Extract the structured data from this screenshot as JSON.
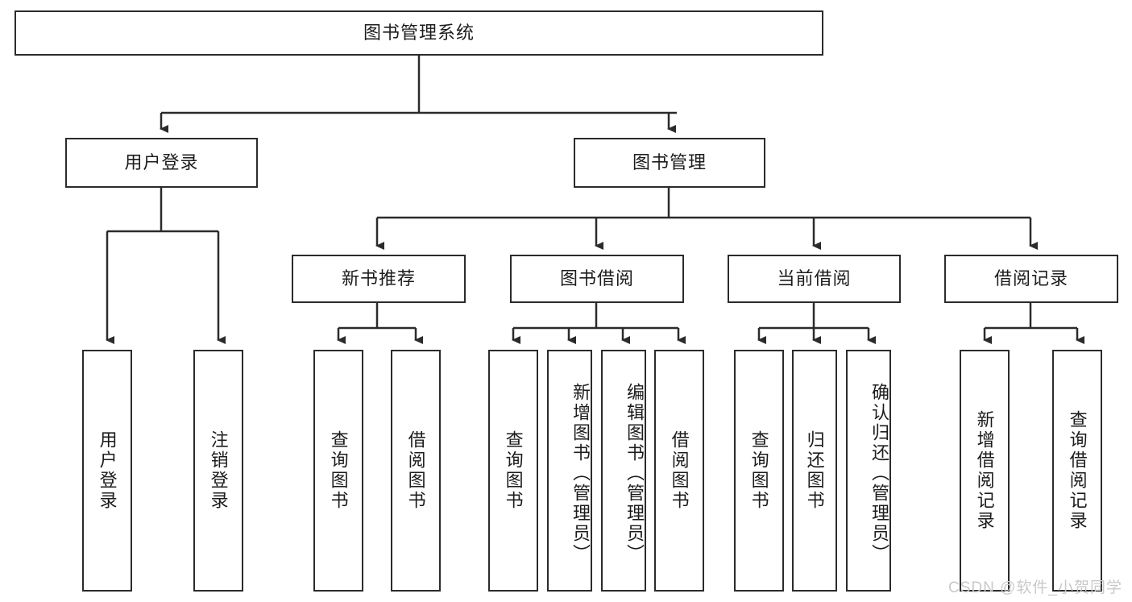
{
  "diagram": {
    "title": "图书管理系统",
    "type": "hierarchy-tree",
    "watermark": "CSDN @软件_小贺同学",
    "colors": {
      "stroke": "#2b2b2b",
      "box_fill": "#ffffff",
      "text": "#1c1c1c",
      "watermark": "#c9c9c9",
      "background": "#ffffff"
    },
    "nodes": {
      "root": {
        "label": "图书管理系统"
      },
      "level2": [
        {
          "label": "用户登录"
        },
        {
          "label": "图书管理"
        }
      ],
      "level3": [
        {
          "label": "新书推荐"
        },
        {
          "label": "图书借阅"
        },
        {
          "label": "当前借阅"
        },
        {
          "label": "借阅记录"
        }
      ],
      "leaves_user_login": [
        {
          "label": "用户登录"
        },
        {
          "label": "注销登录"
        }
      ],
      "leaves_new_book": [
        {
          "label": "查询图书"
        },
        {
          "label": "借阅图书"
        }
      ],
      "leaves_borrow": [
        {
          "label": "查询图书"
        },
        {
          "label": "新增图书（管理员）"
        },
        {
          "label": "编辑图书（管理员）"
        },
        {
          "label": "借阅图书"
        }
      ],
      "leaves_current": [
        {
          "label": "查询图书"
        },
        {
          "label": "归还图书"
        },
        {
          "label": "确认归还（管理员）"
        }
      ],
      "leaves_records": [
        {
          "label": "新增借阅记录"
        },
        {
          "label": "查询借阅记录"
        }
      ]
    }
  }
}
